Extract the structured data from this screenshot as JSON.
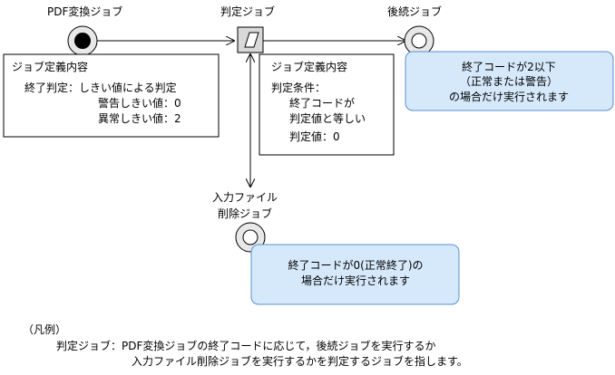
{
  "nodes": {
    "pdf_job": {
      "label": "PDF変換ジョブ"
    },
    "judge_job": {
      "label": "判定ジョブ"
    },
    "follow_job": {
      "label": "後続ジョブ"
    },
    "delete_job": {
      "label_line1": "入力ファイル",
      "label_line2": "削除ジョブ"
    }
  },
  "pdf_job_def": {
    "title": "ジョブ定義内容",
    "line1": "終了判定：しきい値による判定",
    "line2": "警告しきい値：0",
    "line3": "異常しきい値：2"
  },
  "judge_job_def": {
    "title": "ジョブ定義内容",
    "line1": "判定条件：",
    "line2": "終了コードが",
    "line3": "判定値と等しい",
    "line4": "判定値：0"
  },
  "follow_note": {
    "line1": "終了コードが2以下",
    "line2": "（正常または警告）",
    "line3": "の場合だけ実行されます"
  },
  "delete_note": {
    "line1": "終了コードが0(正常終了)の",
    "line2": "場合だけ実行されます"
  },
  "legend": {
    "title": "（凡例）",
    "line1": "判定ジョブ：PDF変換ジョブの終了コードに応じて，後続ジョブを実行するか",
    "line2": "入力ファイル削除ジョブを実行するかを判定するジョブを指します。"
  },
  "colors": {
    "note_fill": "#d6e9fb",
    "note_stroke": "#5b8fcf",
    "judge_icon_fill": "#d9d9d9"
  }
}
